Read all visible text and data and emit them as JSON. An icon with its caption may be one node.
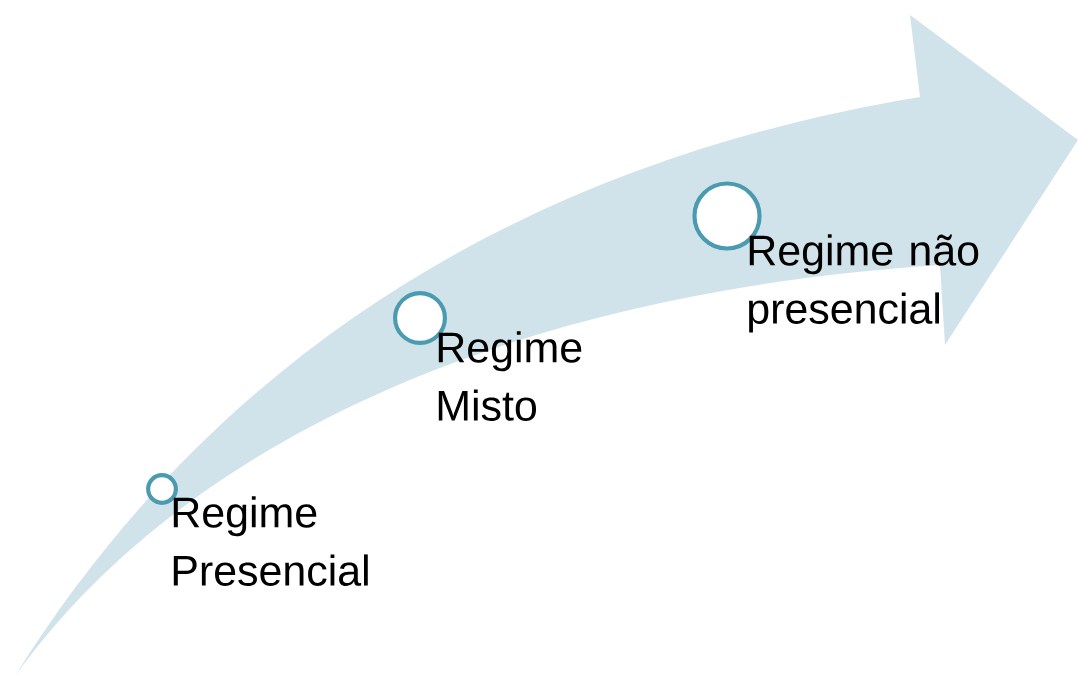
{
  "diagram": {
    "nodes": [
      {
        "text": [],
        "shape": "circle",
        "beside": [
          "Regime Presencial"
        ]
      },
      {
        "text": [],
        "shape": "circle",
        "beside": [
          "Regime Misto"
        ]
      },
      {
        "text": [],
        "shape": "circle",
        "beside": [
          "Regime não presencial"
        ]
      }
    ]
  }
}
